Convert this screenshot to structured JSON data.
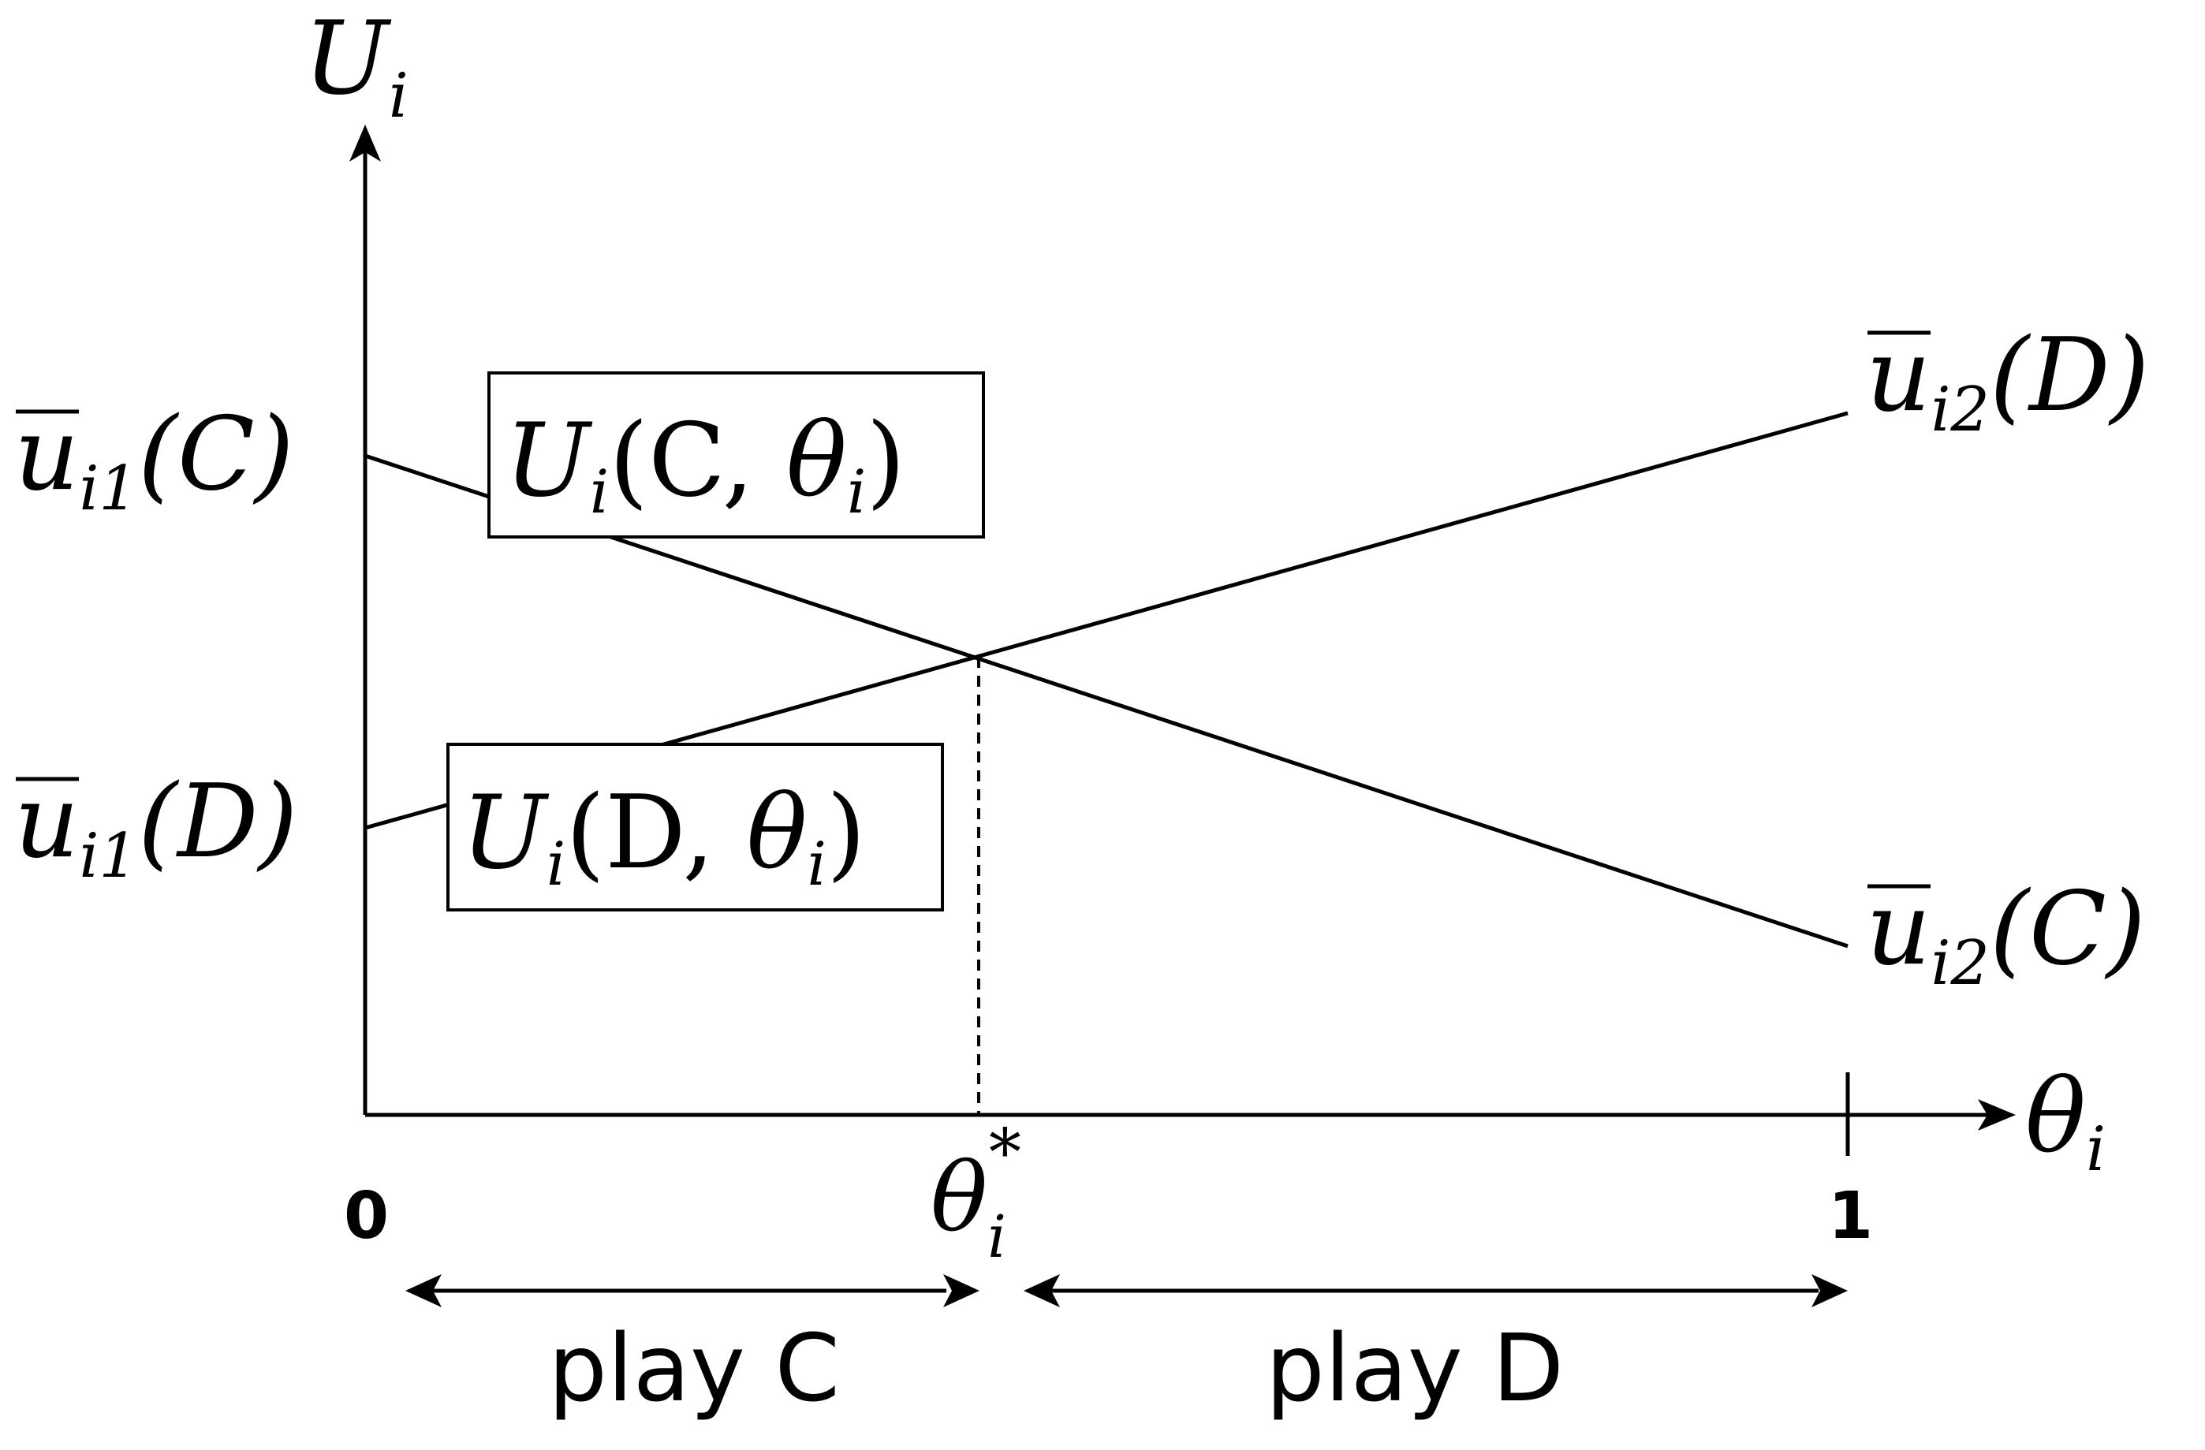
{
  "axes": {
    "y_label_main": "U",
    "y_label_sub": "i",
    "x_label_main": "θ",
    "x_label_sub": "i"
  },
  "ticks": {
    "zero": "0",
    "one": "1",
    "threshold_main": "θ",
    "threshold_sub": "i",
    "threshold_sup": "*"
  },
  "endpoints": {
    "left_top": {
      "main": "u",
      "sub": "i1",
      "paren": "(C)"
    },
    "left_bottom": {
      "main": "u",
      "sub": "i1",
      "paren": "(D)"
    },
    "right_top": {
      "main": "u",
      "sub": "i2",
      "paren": "(D)"
    },
    "right_bottom": {
      "main": "u",
      "sub": "i2",
      "paren": "(C)"
    }
  },
  "boxes": {
    "cooperate": {
      "main": "U",
      "sub": "i",
      "open": "(C, ",
      "theta": "θ",
      "theta_sub": "i",
      "close": ")"
    },
    "defect": {
      "main": "U",
      "sub": "i",
      "open": "(D, ",
      "theta": "θ",
      "theta_sub": "i",
      "close": ")"
    }
  },
  "regions": {
    "left": "play C",
    "right": "play D"
  }
}
